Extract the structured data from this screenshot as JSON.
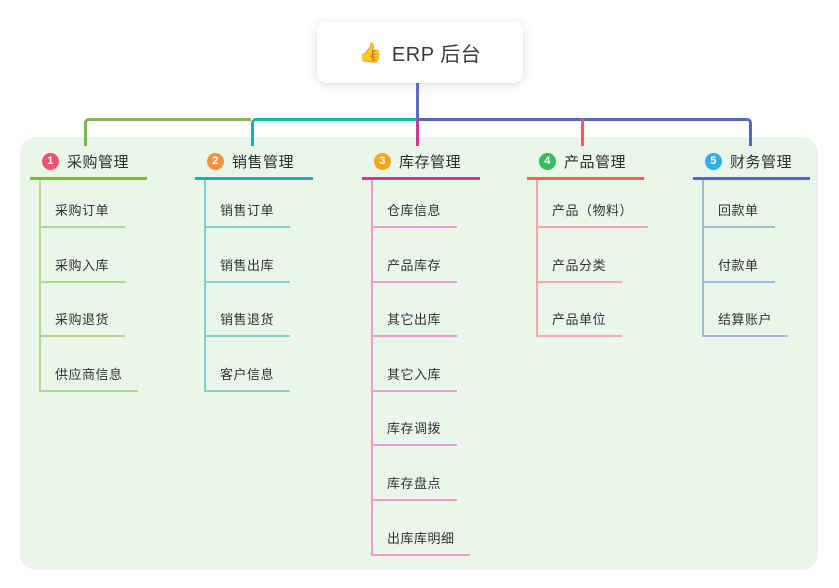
{
  "root": {
    "icon": "👍",
    "label": "ERP 后台",
    "line_color": "#5B6BC8"
  },
  "panel": {
    "bg_color": "#E9F6E9"
  },
  "branches": [
    {
      "badge": "1",
      "badge_color": "#F4516C",
      "label": "采购管理",
      "color": "#7CB93E",
      "light_color": "#B3D98C",
      "children": [
        "采购订单",
        "采购入库",
        "采购退货",
        "供应商信息"
      ]
    },
    {
      "badge": "2",
      "badge_color": "#F59140",
      "label": "销售管理",
      "color": "#12B7A6",
      "light_color": "#7BD4C8",
      "children": [
        "销售订单",
        "销售出库",
        "销售退货",
        "客户信息"
      ]
    },
    {
      "badge": "3",
      "badge_color": "#F5A71C",
      "label": "库存管理",
      "color": "#D8358F",
      "light_color": "#EF9BCB",
      "children": [
        "仓库信息",
        "产品库存",
        "其它出库",
        "其它入库",
        "库存调拨",
        "库存盘点",
        "出库库明细"
      ]
    },
    {
      "badge": "4",
      "badge_color": "#34BD5A",
      "label": "产品管理",
      "color": "#F25E5E",
      "light_color": "#F8A8A8",
      "children": [
        "产品（物料）",
        "产品分类",
        "产品单位"
      ]
    },
    {
      "badge": "5",
      "badge_color": "#31AEE3",
      "label": "财务管理",
      "color": "#5068C9",
      "light_color": "#A4B6E4",
      "children": [
        "回款单",
        "付款单",
        "结算账户"
      ]
    }
  ]
}
